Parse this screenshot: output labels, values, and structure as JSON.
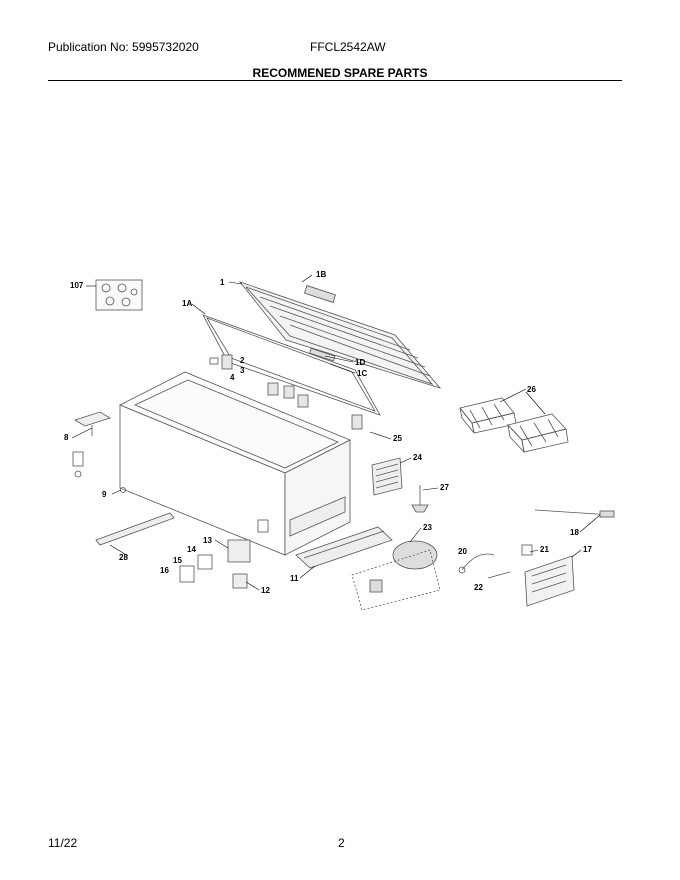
{
  "header": {
    "publication": "Publication No: 5995732020",
    "model": "FFCL2542AW",
    "title": "RECOMMENED SPARE PARTS"
  },
  "footer": {
    "date": "11/22",
    "page": "2"
  },
  "callouts": [
    "107",
    "1",
    "1B",
    "1A",
    "1D",
    "1C",
    "2",
    "3",
    "4",
    "8",
    "9",
    "25",
    "26",
    "24",
    "27",
    "18",
    "28",
    "13",
    "14",
    "15",
    "16",
    "12",
    "11",
    "23",
    "20",
    "21",
    "22",
    "17"
  ]
}
